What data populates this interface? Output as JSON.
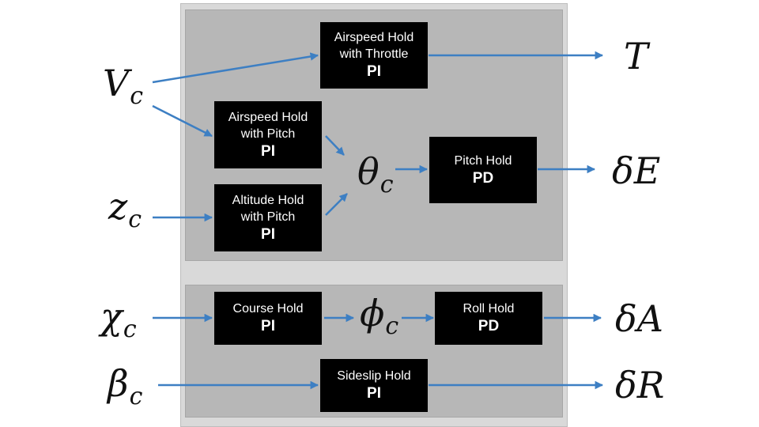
{
  "colors": {
    "arrow": "#3d7fc3",
    "block": "#000000",
    "outer_panel": "#d9d9d9",
    "inner_panel": "#b7b7b7"
  },
  "blocks": {
    "airspeed_throttle": {
      "lines": [
        "Airspeed Hold",
        "with Throttle"
      ],
      "controller": "PI"
    },
    "airspeed_pitch": {
      "lines": [
        "Airspeed Hold",
        "with Pitch"
      ],
      "controller": "PI"
    },
    "altitude_pitch": {
      "lines": [
        "Altitude Hold",
        "with Pitch"
      ],
      "controller": "PI"
    },
    "pitch_hold": {
      "lines": [
        "Pitch Hold"
      ],
      "controller": "PD"
    },
    "course_hold": {
      "lines": [
        "Course Hold"
      ],
      "controller": "PI"
    },
    "roll_hold": {
      "lines": [
        "Roll Hold"
      ],
      "controller": "PD"
    },
    "sideslip_hold": {
      "lines": [
        "Sideslip Hold"
      ],
      "controller": "PI"
    }
  },
  "signals": {
    "V_c": {
      "base": "V",
      "sub": "c"
    },
    "z_c": {
      "base": "z",
      "sub": "c"
    },
    "chi_c": {
      "base": "χ",
      "sub": "c"
    },
    "beta_c": {
      "base": "β",
      "sub": "c"
    },
    "theta_c": {
      "base": "θ",
      "sub": "c"
    },
    "phi_c": {
      "base": "ϕ",
      "sub": "c"
    },
    "T": {
      "base": "T"
    },
    "delta_E": {
      "prefix": "δ",
      "base": "E"
    },
    "delta_A": {
      "prefix": "δ",
      "base": "A"
    },
    "delta_R": {
      "prefix": "δ",
      "base": "R"
    }
  }
}
